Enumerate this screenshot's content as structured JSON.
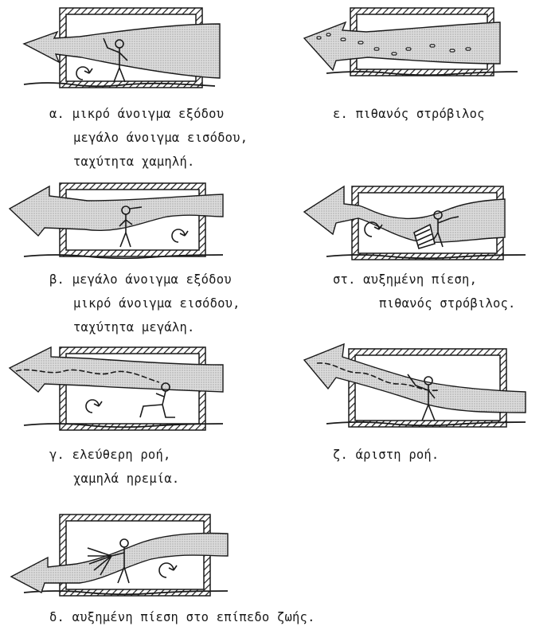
{
  "colors": {
    "ink": "#1a1a1a",
    "flow": "#d9d9d9",
    "wall_hatch": "#1a1a1a"
  },
  "icons": {
    "vortex": "circular-arrow-icon",
    "person": "person-figure-icon",
    "flow": "wind-arrow-icon"
  },
  "panels": [
    {
      "id": "a",
      "lines": [
        "α. μικρό άνοιγμα εξόδου",
        "μεγάλο άνοιγμα εισόδου,",
        "ταχύτητα χαμηλή."
      ]
    },
    {
      "id": "b",
      "lines": [
        "β. μεγάλο άνοιγμα εξόδου",
        "μικρό άνοιγμα εισόδου,",
        "ταχύτητα μεγάλη."
      ]
    },
    {
      "id": "c",
      "lines": [
        "γ. ελεύθερη ροή,",
        "χαμηλά ηρεμία."
      ]
    },
    {
      "id": "d",
      "lines": [
        "δ. αυξημένη πίεση στο επίπεδο ζωής."
      ]
    },
    {
      "id": "e",
      "lines": [
        "ε. πιθανός στρόβιλος"
      ]
    },
    {
      "id": "f",
      "lines": [
        "στ. αυξημένη πίεση,",
        "πιθανός στρόβιλος."
      ]
    },
    {
      "id": "g",
      "lines": [
        "ζ. άριστη ροή."
      ]
    }
  ]
}
